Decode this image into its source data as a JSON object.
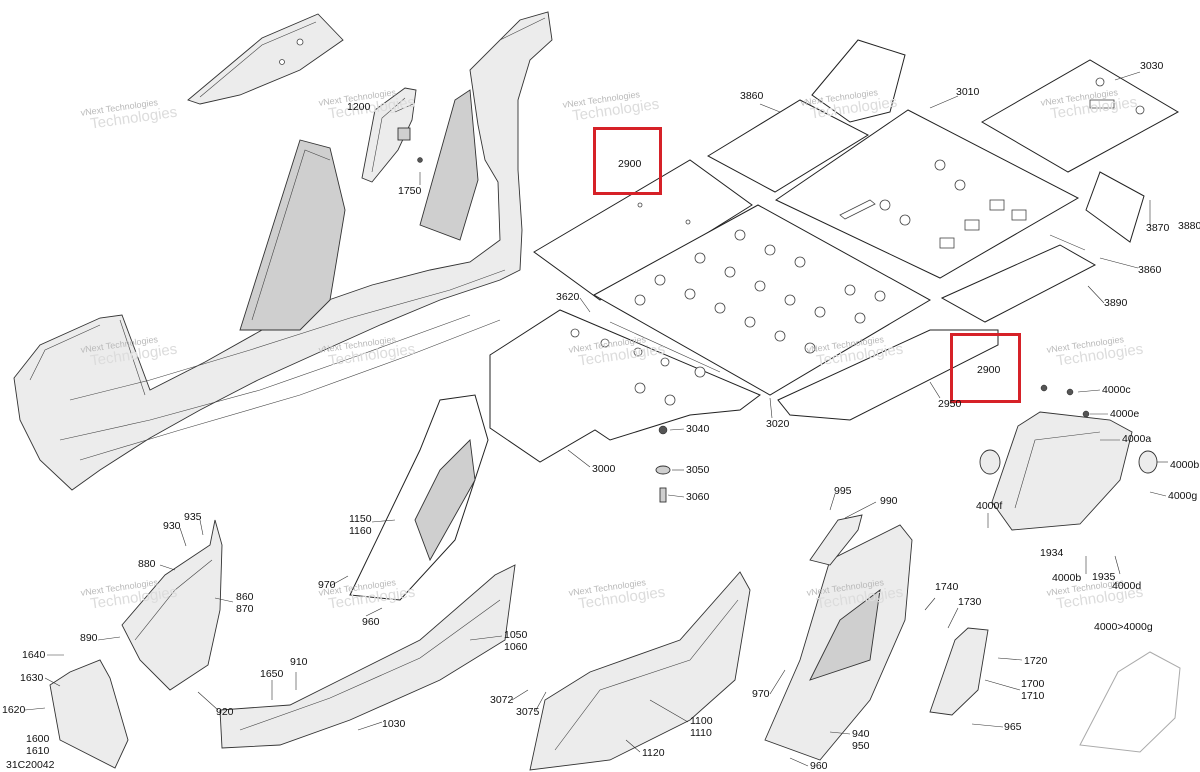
{
  "diagram_code": "31C20042",
  "watermark": {
    "line1": "vNext Technologies",
    "line2": "Technologies"
  },
  "highlighted_callouts": [
    "2900",
    "2900"
  ],
  "callouts": [
    {
      "id": "c1200",
      "text": "1200"
    },
    {
      "id": "c1750",
      "text": "1750"
    },
    {
      "id": "c3860a",
      "text": "3860"
    },
    {
      "id": "c3010",
      "text": "3010"
    },
    {
      "id": "c3030",
      "text": "3030"
    },
    {
      "id": "c3870",
      "text": "3870"
    },
    {
      "id": "c3880",
      "text": "3880"
    },
    {
      "id": "c3860b",
      "text": "3860"
    },
    {
      "id": "c3890",
      "text": "3890"
    },
    {
      "id": "c3620",
      "text": "3620"
    },
    {
      "id": "c2950",
      "text": "2950"
    },
    {
      "id": "c3020",
      "text": "3020"
    },
    {
      "id": "c3040",
      "text": "3040"
    },
    {
      "id": "c3000",
      "text": "3000"
    },
    {
      "id": "c3050",
      "text": "3050"
    },
    {
      "id": "c3060",
      "text": "3060"
    },
    {
      "id": "c4000c",
      "text": "4000c"
    },
    {
      "id": "c4000e",
      "text": "4000e"
    },
    {
      "id": "c4000a",
      "text": "4000a"
    },
    {
      "id": "c4000b",
      "text": "4000b"
    },
    {
      "id": "c4000g",
      "text": "4000g"
    },
    {
      "id": "c4000f",
      "text": "4000f"
    },
    {
      "id": "c1934",
      "text": "1934"
    },
    {
      "id": "c4000bb",
      "text": "4000b"
    },
    {
      "id": "c1935",
      "text": "1935"
    },
    {
      "id": "c4000d",
      "text": "4000d"
    },
    {
      "id": "c4000g2",
      "text": "4000>4000g"
    },
    {
      "id": "c995",
      "text": "995"
    },
    {
      "id": "c990",
      "text": "990"
    },
    {
      "id": "c1150",
      "text": "1150"
    },
    {
      "id": "c1160",
      "text": "1160"
    },
    {
      "id": "c935",
      "text": "935"
    },
    {
      "id": "c930",
      "text": "930"
    },
    {
      "id": "c880",
      "text": "880"
    },
    {
      "id": "c860",
      "text": "860"
    },
    {
      "id": "c870",
      "text": "870"
    },
    {
      "id": "c890",
      "text": "890"
    },
    {
      "id": "c970a",
      "text": "970"
    },
    {
      "id": "c960a",
      "text": "960"
    },
    {
      "id": "c1050",
      "text": "1050"
    },
    {
      "id": "c1060",
      "text": "1060"
    },
    {
      "id": "c1640",
      "text": "1640"
    },
    {
      "id": "c1630",
      "text": "1630"
    },
    {
      "id": "c1620",
      "text": "1620"
    },
    {
      "id": "c1600",
      "text": "1600"
    },
    {
      "id": "c1610",
      "text": "1610"
    },
    {
      "id": "c910",
      "text": "910"
    },
    {
      "id": "c1650",
      "text": "1650"
    },
    {
      "id": "c920",
      "text": "920"
    },
    {
      "id": "c1030",
      "text": "1030"
    },
    {
      "id": "c3072",
      "text": "3072"
    },
    {
      "id": "c3075",
      "text": "3075"
    },
    {
      "id": "c1100",
      "text": "1100"
    },
    {
      "id": "c1110",
      "text": "1110"
    },
    {
      "id": "c1120",
      "text": "1120"
    },
    {
      "id": "c1740",
      "text": "1740"
    },
    {
      "id": "c1730",
      "text": "1730"
    },
    {
      "id": "c1720",
      "text": "1720"
    },
    {
      "id": "c1700",
      "text": "1700"
    },
    {
      "id": "c1710",
      "text": "1710"
    },
    {
      "id": "c965",
      "text": "965"
    },
    {
      "id": "c970b",
      "text": "970"
    },
    {
      "id": "c940",
      "text": "940"
    },
    {
      "id": "c950",
      "text": "950"
    },
    {
      "id": "c960b",
      "text": "960"
    }
  ]
}
